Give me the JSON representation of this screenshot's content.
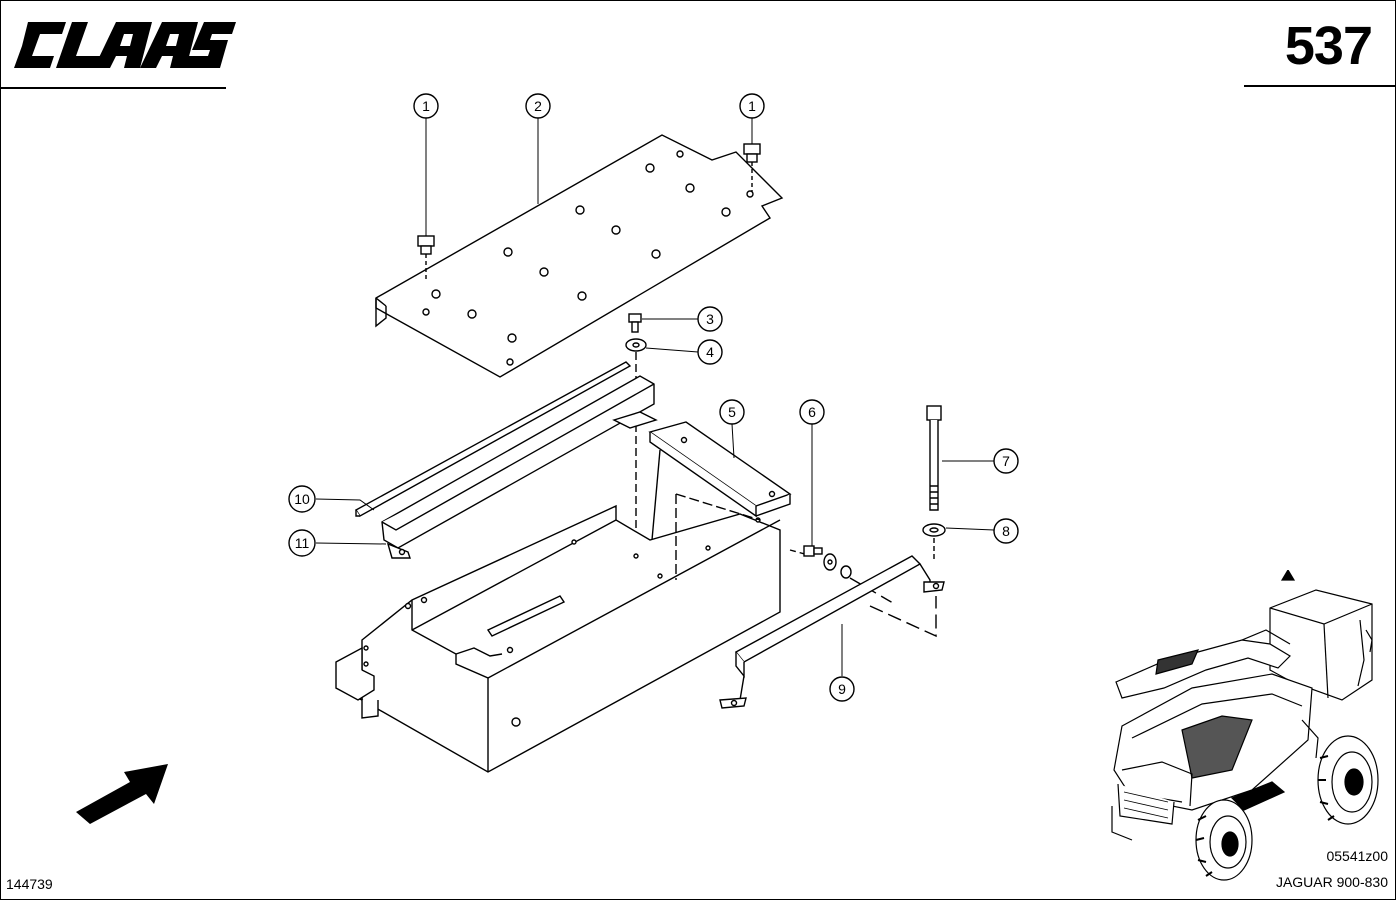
{
  "header": {
    "brand": "CLAAS",
    "page_number": "537"
  },
  "footer": {
    "doc_number": "144739",
    "drawing_id": "05541z00",
    "model": "JAGUAR 900-830"
  },
  "callouts": [
    "1",
    "2",
    "1",
    "3",
    "4",
    "5",
    "6",
    "7",
    "8",
    "9",
    "10",
    "11"
  ],
  "icons": {
    "direction": "forward-arrow-icon",
    "vehicle": "forage-harvester-thumbnail-icon"
  },
  "colors": {
    "ink": "#000000",
    "paper": "#ffffff"
  }
}
